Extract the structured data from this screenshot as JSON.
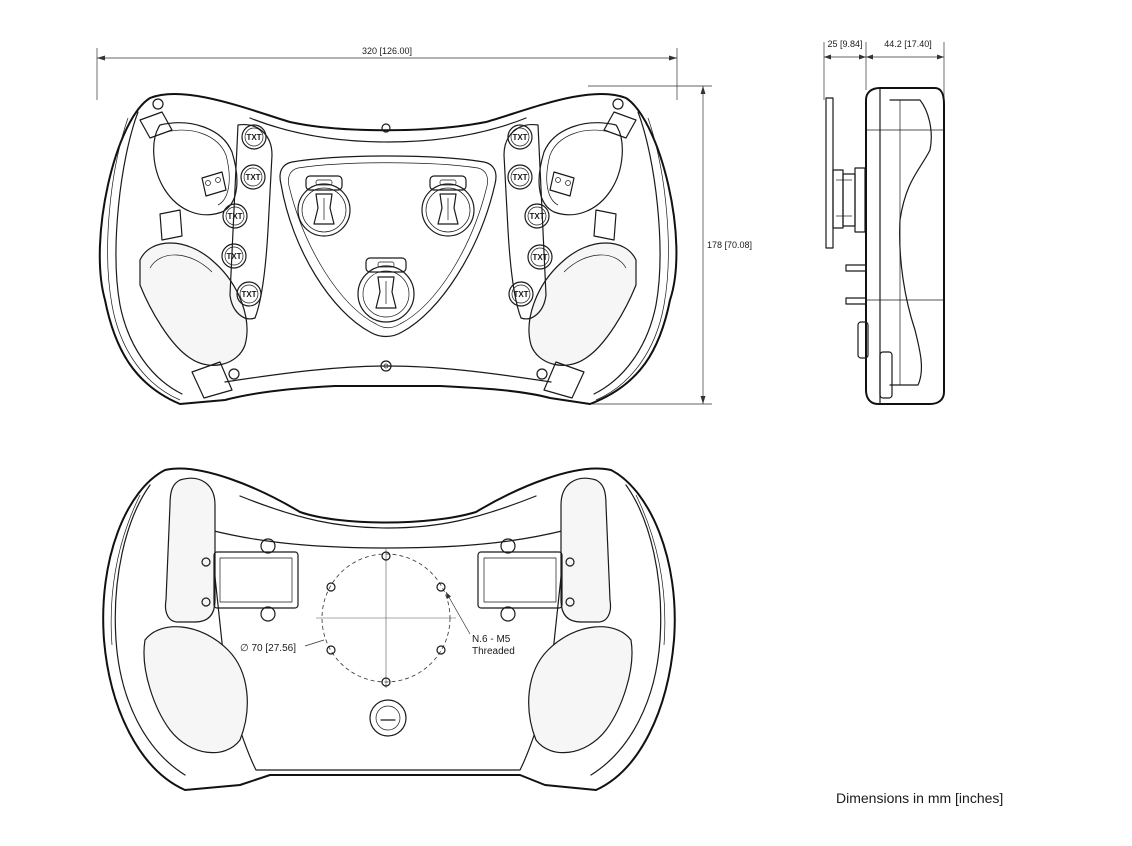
{
  "dimensions": {
    "overall_width": "320 [126.00]",
    "overall_height": "178 [70.08]",
    "side_depth_a": "25 [9.84]",
    "side_depth_b": "44.2  [17.40]",
    "bolt_circle": "∅ 70 [27.56]",
    "thread_line1": "N.6 - M5",
    "thread_line2": "Threaded"
  },
  "buttons": {
    "label": "TXT"
  },
  "note": "Dimensions in mm [inches]"
}
